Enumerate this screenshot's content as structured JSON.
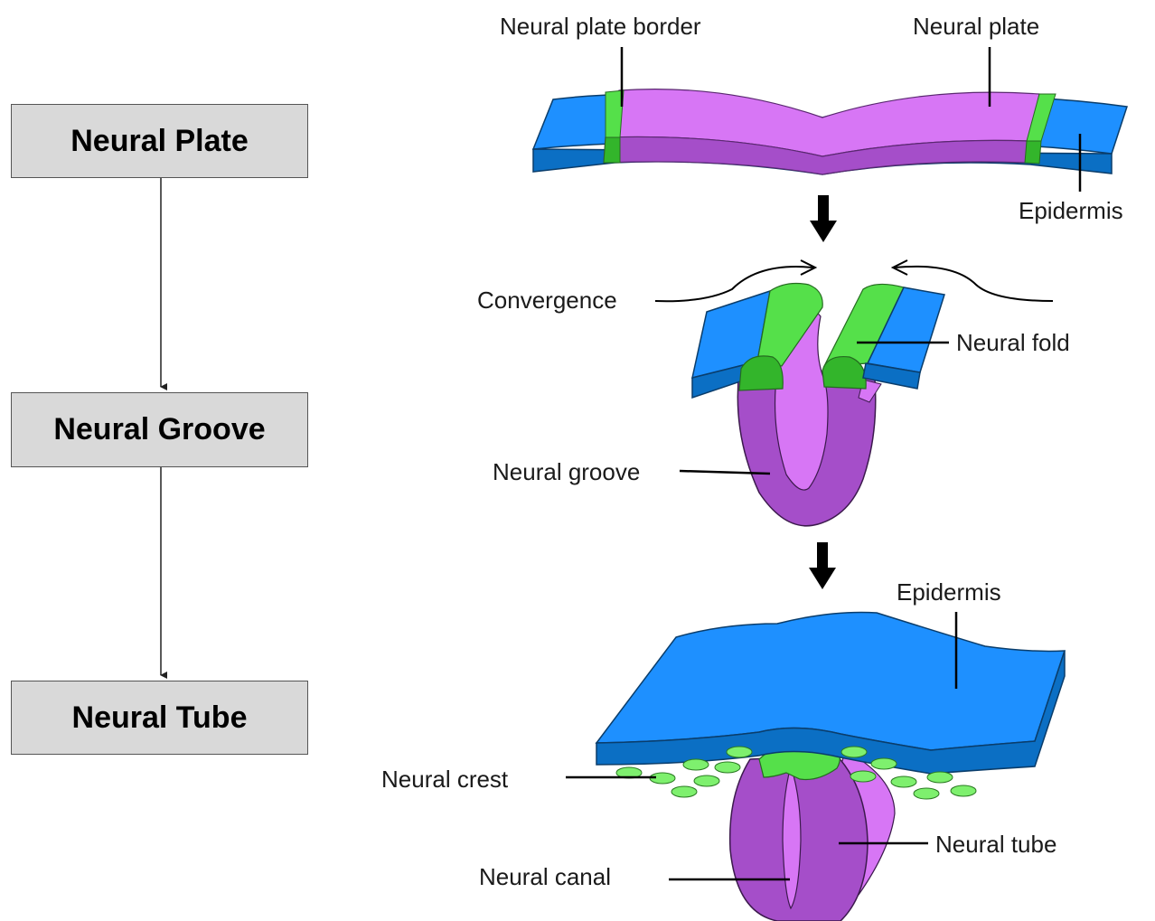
{
  "flowchart": {
    "steps": [
      "Neural Plate",
      "Neural Groove",
      "Neural Tube"
    ]
  },
  "labels": {
    "neural_plate_border": "Neural plate border",
    "neural_plate": "Neural plate",
    "epidermis_top": "Epidermis",
    "convergence": "Convergence",
    "neural_fold": "Neural fold",
    "neural_groove": "Neural groove",
    "epidermis_bottom": "Epidermis",
    "neural_crest": "Neural crest",
    "neural_tube": "Neural tube",
    "neural_canal": "Neural canal"
  },
  "colors": {
    "epidermis": "#1e90ff",
    "epidermis_dark": "#0b6fc4",
    "neural_plate": "#d776f5",
    "neural_plate_dark": "#a54ec9",
    "neural_border": "#55e04a",
    "neural_border_dark": "#33b52b",
    "box_fill": "#d9d9d9"
  }
}
